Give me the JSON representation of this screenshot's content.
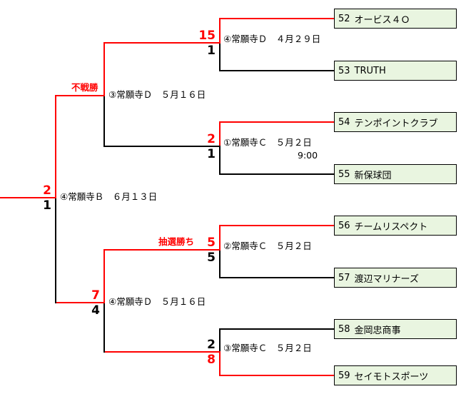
{
  "colors": {
    "winner_line": "#ff0000",
    "loser_line": "#000000",
    "team_box_bg": "#e9f5e0",
    "team_box_border": "#000000"
  },
  "teams": [
    {
      "number": "52",
      "name": "オービス４Ｏ"
    },
    {
      "number": "53",
      "name": "TRUTH"
    },
    {
      "number": "54",
      "name": "テンポイントクラブ"
    },
    {
      "number": "55",
      "name": "新保球団"
    },
    {
      "number": "56",
      "name": "チームリスペクト"
    },
    {
      "number": "57",
      "name": "渡辺マリナーズ"
    },
    {
      "number": "58",
      "name": "金岡忠商事"
    },
    {
      "number": "59",
      "name": "セイモトスポーツ"
    }
  ],
  "matches": {
    "qf1": {
      "label": "④常願寺Ｄ　４月２９日",
      "time": "",
      "top_score": "15",
      "bottom_score": "1",
      "winner": "top"
    },
    "qf2": {
      "label": "①常願寺Ｃ　５月２日",
      "time": "9:00",
      "top_score": "2",
      "bottom_score": "1",
      "winner": "top"
    },
    "qf3": {
      "label": "②常願寺Ｃ　５月２日",
      "time": "",
      "top_score": "5",
      "bottom_score": "5",
      "winner": "top",
      "note": "抽選勝ち"
    },
    "qf4": {
      "label": "③常願寺Ｃ　５月２日",
      "time": "",
      "top_score": "2",
      "bottom_score": "8",
      "winner": "bottom"
    },
    "sf1": {
      "label": "③常願寺Ｄ　５月１６日",
      "time": "",
      "top_score": "",
      "bottom_score": "",
      "winner": "top",
      "note": "不戦勝"
    },
    "sf2": {
      "label": "④常願寺Ｄ　５月１６日",
      "time": "",
      "top_score": "7",
      "bottom_score": "4",
      "winner": "top"
    },
    "final": {
      "label": "④常願寺Ｂ　６月１３日",
      "time": "",
      "top_score": "2",
      "bottom_score": "1",
      "winner": "top"
    }
  }
}
